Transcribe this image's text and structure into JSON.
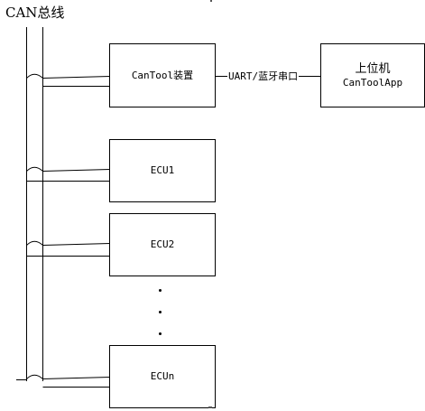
{
  "bus": {
    "title": "CAN总线"
  },
  "cantool": {
    "label": "CanTool装置"
  },
  "host": {
    "title": "上位机",
    "subtitle": "CanToolApp"
  },
  "link": {
    "label": "UART/蓝牙串口"
  },
  "ecus": [
    {
      "label": "ECU1"
    },
    {
      "label": "ECU2"
    },
    {
      "label": "ECUn"
    }
  ],
  "ellipsis": [
    "·",
    "·",
    "·"
  ]
}
